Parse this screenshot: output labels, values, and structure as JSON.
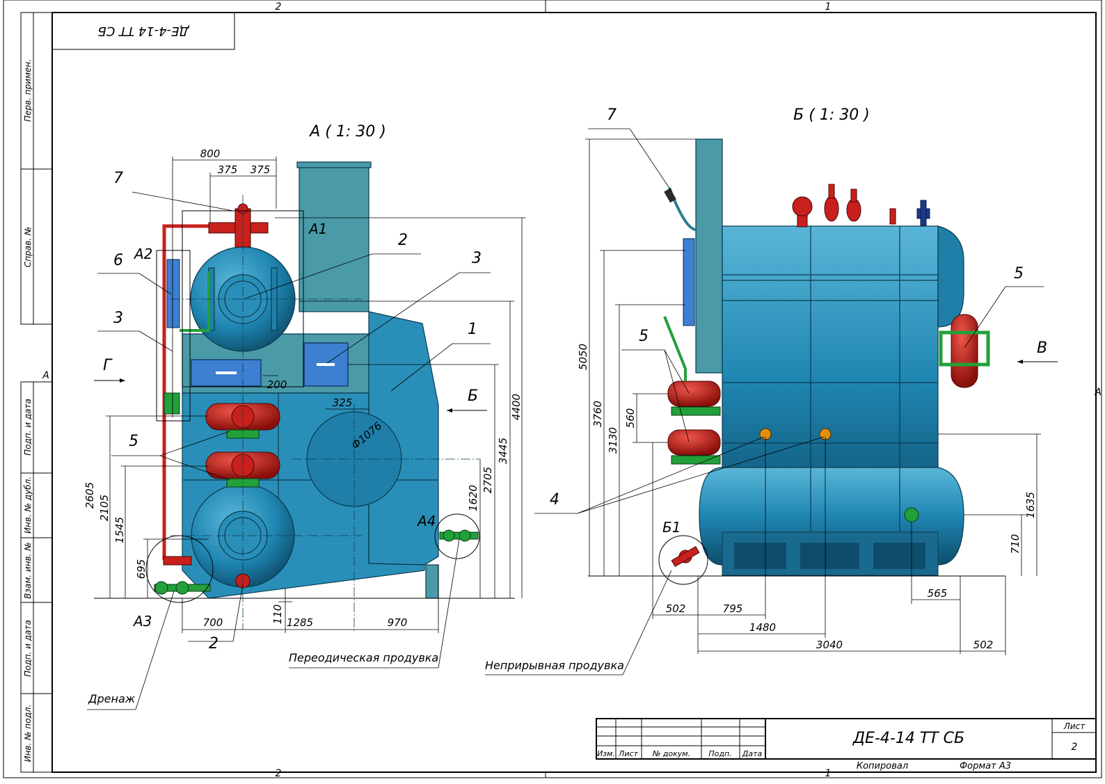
{
  "drawing": {
    "stamp_top": "ДЕ-4-14 ТТ СБ",
    "border_zones": {
      "top_left": "2",
      "top_right": "1",
      "bottom_left": "2",
      "bottom_right": "1",
      "left": "А",
      "right": "А"
    },
    "side_columns": [
      "Перв. примен.",
      "Справ. №",
      "Подп. и дата",
      "Инв. № дубл.",
      "Взам. инв. №",
      "Подп. и дата",
      "Инв. № подл."
    ]
  },
  "view_a": {
    "title": "А ( 1: 30 )",
    "callouts": {
      "item_7": "7",
      "item_6": "6",
      "item_3": "3",
      "item_5": "5",
      "item_2a": "2",
      "item_3b": "3",
      "item_1": "1",
      "item_2b": "2"
    },
    "labels": {
      "a1": "А1",
      "a2": "А2",
      "a3": "А3",
      "a4": "А4",
      "arrow_g": "Г",
      "arrow_b": "Б"
    },
    "dims": {
      "d800": "800",
      "d375a": "375",
      "d375b": "375",
      "d200": "200",
      "d325": "325",
      "dia": "Ф1076",
      "d2605": "2605",
      "d2105": "2105",
      "d1545": "1545",
      "d695": "695",
      "d4400": "4400",
      "d3445": "3445",
      "d2705": "2705",
      "d1620": "1620",
      "d700": "700",
      "d110": "110",
      "d1285": "1285",
      "d970": "970"
    },
    "notes": {
      "drain": "Дренаж",
      "periodic": "Переодическая продувка"
    }
  },
  "view_b": {
    "title": "Б ( 1: 30 )",
    "callouts": {
      "item_7": "7",
      "item_5a": "5",
      "item_5b": "5",
      "item_4": "4"
    },
    "labels": {
      "b1": "Б1",
      "arrow_v": "В"
    },
    "dims": {
      "d5050": "5050",
      "d3760": "3760",
      "d3130": "3130",
      "d560": "560",
      "d1635": "1635",
      "d710": "710",
      "d565": "565",
      "d502a": "502",
      "d795": "795",
      "d1480": "1480",
      "d3040": "3040",
      "d502b": "502"
    },
    "notes": {
      "continuous": "Неприрывная продувка"
    }
  },
  "title_block": {
    "headers": [
      "Изм.",
      "Лист",
      "№ докум.",
      "Подп.",
      "Дата"
    ],
    "designation": "ДЕ-4-14 ТТ СБ",
    "sheet_label": "Лист",
    "sheet_number": "2",
    "copied": "Копировал",
    "format": "Формат А3"
  },
  "colors": {
    "shell": "#2a8fb8",
    "stack": "#4a9aa8",
    "hatch": "#3d7fd1",
    "valves": "#c8201c",
    "supports": "#22a03a"
  }
}
